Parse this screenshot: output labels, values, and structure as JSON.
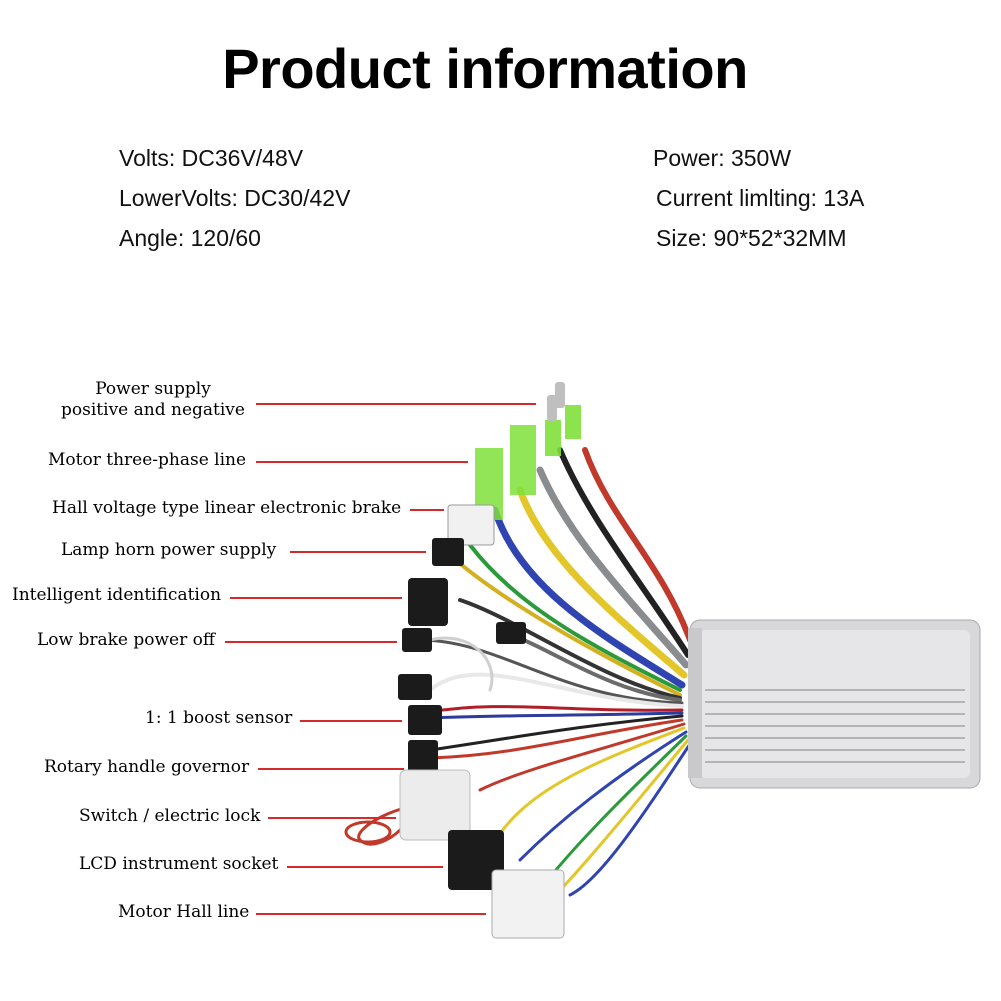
{
  "title": "Product information",
  "specs": {
    "left": [
      "Volts: DC36V/48V",
      "LowerVolts: DC30/42V",
      "Angle: 120/60"
    ],
    "right": [
      "Power: 350W",
      "Current limlting: 13A",
      "Size: 90*52*32MM"
    ]
  },
  "callouts": [
    {
      "line1": "Power supply",
      "line2": "positive and negative"
    },
    {
      "text": "Motor three-phase line"
    },
    {
      "text": "Hall voltage type linear electronic brake"
    },
    {
      "text": "Lamp horn power supply"
    },
    {
      "text": "Intelligent identification"
    },
    {
      "text": "Low brake power off"
    },
    {
      "text": "1: 1 boost sensor"
    },
    {
      "text": "Rotary handle governor"
    },
    {
      "text": "Switch / electric lock"
    },
    {
      "text": "LCD instrument socket"
    },
    {
      "text": "Motor Hall line"
    }
  ],
  "colors": {
    "leader_line": "#d42a2a",
    "controller_body": "#d8d8da",
    "terminal_sleeve": "#7fe03a"
  }
}
